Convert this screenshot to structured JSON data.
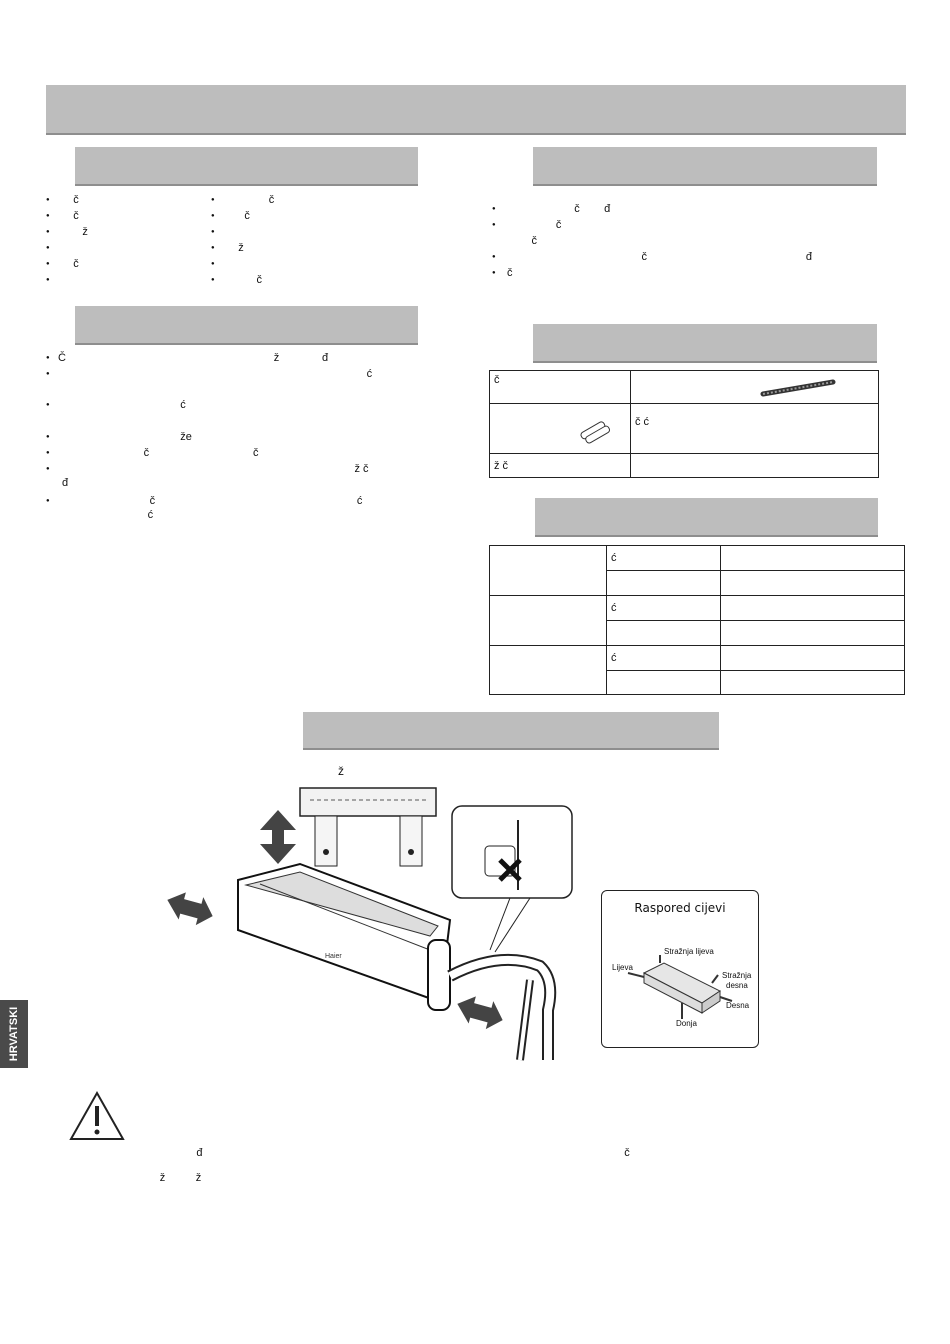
{
  "header": {
    "title": ""
  },
  "left_box_1": {
    "title": "",
    "col1": [
      "    č",
      "    č",
      "       ž",
      "",
      "    č",
      ""
    ],
    "col2": [
      "              č",
      "      č",
      "",
      "    ž",
      "",
      "          č"
    ]
  },
  "left_box_2": {
    "title": "",
    "paragraphs": [
      "Č                                                                    ž              đ",
      "                                                                                                     ć",
      "                                        ć",
      "                                        že",
      "                            č                                  č",
      "                                                                                                 ž č",
      "đ",
      "                              č                                                                  ć",
      "                            ć"
    ]
  },
  "right_box_1": {
    "title": "",
    "items": [
      "                      č        đ",
      "                č",
      "        č",
      "                                            č                                                    đ",
      "č"
    ]
  },
  "accessories_table": {
    "title": "",
    "rows": [
      [
        "                č",
        ""
      ],
      [
        "",
        "                č  ć"
      ],
      [
        "       ž         č",
        ""
      ]
    ]
  },
  "spec_table": {
    "title": "",
    "rows": [
      [
        "",
        "             ć",
        ""
      ],
      [
        "",
        "",
        ""
      ],
      [
        "",
        "             ć",
        ""
      ],
      [
        "",
        "",
        ""
      ],
      [
        "",
        "             ć",
        ""
      ],
      [
        "",
        "",
        ""
      ]
    ]
  },
  "install_section": {
    "title": "",
    "caption": "ž",
    "pipe_diagram": {
      "title": "Raspored cijevi",
      "labels": [
        "Stražnja lijeva",
        "Lijeva",
        "Stražnja",
        "desna",
        "Desna",
        "Donja"
      ]
    }
  },
  "warning": {
    "line1": "                         đ                                                                                                                                          č",
    "line2": "             ž          ž"
  },
  "side_tab": {
    "label": "HRVATSKI"
  }
}
